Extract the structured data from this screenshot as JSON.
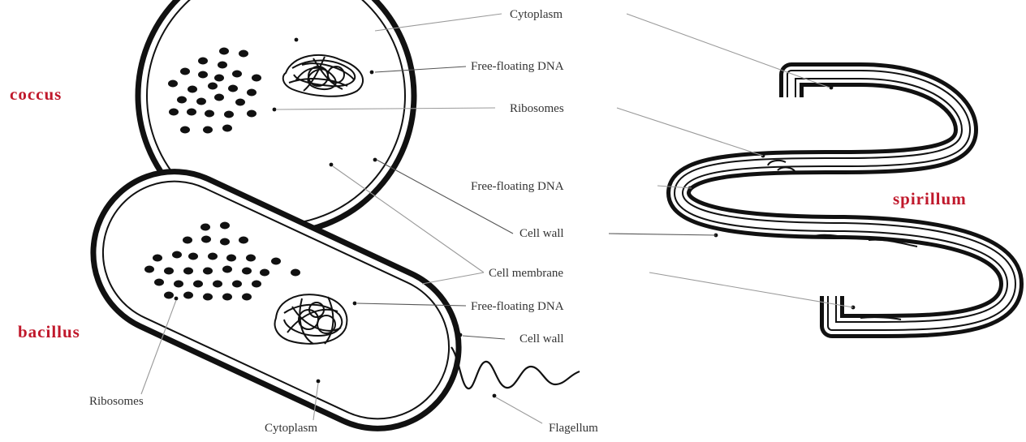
{
  "colors": {
    "shape_name": "#c0182b",
    "outline": "#111111",
    "label": "#333333",
    "leader": "#9a9a9a"
  },
  "shapes": {
    "coccus": "coccus",
    "bacillus": "bacillus",
    "spirillum": "spirillum"
  },
  "labels": {
    "coccus_cytoplasm": "Cytoplasm",
    "coccus_dna": "Free-floating DNA",
    "ribosomes_center": "Ribosomes",
    "spirillum_dna": "Free-floating DNA",
    "cell_wall_center": "Cell wall",
    "cell_membrane_center": "Cell membrane",
    "bacillus_dna": "Free-floating DNA",
    "bacillus_cell_wall": "Cell wall",
    "bacillus_ribosomes": "Ribosomes",
    "bacillus_cytoplasm": "Cytoplasm",
    "flagellum": "Flagellum"
  }
}
